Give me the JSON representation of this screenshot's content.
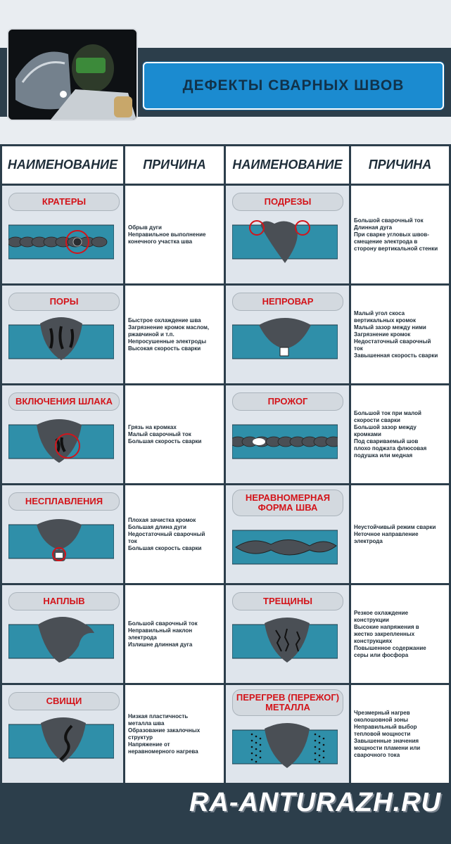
{
  "header": {
    "title": "ДЕФЕКТЫ СВАРНЫХ ШВОВ"
  },
  "table": {
    "col_name": "НАИМЕНОВАНИЕ",
    "col_cause": "ПРИЧИНА"
  },
  "rows": [
    {
      "left": {
        "name": "КРАТЕРЫ",
        "cause": "Обрыв дуги\nНеправильное выполнение\nконечного участка шва",
        "icon": "crater-illustration"
      },
      "right": {
        "name": "ПОДРЕЗЫ",
        "cause": "Большой сварочный ток\nДлинная дуга\nПри сварке угловых швов-\nсмещение электрода в\nсторону вертикальной стенки",
        "icon": "undercut-illustration"
      }
    },
    {
      "left": {
        "name": "ПОРЫ",
        "cause": "Быстрое охлаждение шва\nЗагрязнение кромок маслом,\nржавчиной и т.п.\nНепросушенные электроды\nВысокая скорость сварки",
        "icon": "pores-illustration"
      },
      "right": {
        "name": "НЕПРОВАР",
        "cause": "Малый угол скоса\nвертикальных кромок\nМалый зазор между ними\nЗагрязнение кромок\nНедостаточный сварочный\nток\nЗавышенная скорость сварки",
        "icon": "lack-of-penetration-illustration"
      }
    },
    {
      "left": {
        "name": "ВКЛЮЧЕНИЯ ШЛАКА",
        "cause": "Грязь на кромках\nМалый сварочный ток\nБольшая скорость сварки",
        "icon": "slag-inclusion-illustration"
      },
      "right": {
        "name": "ПРОЖОГ",
        "cause": "Большой ток при малой\nскорости сварки\nБольшой зазор между\nкромками\nПод свариваемый шов\nплохо поджата флюсовая\nподушка или медная",
        "icon": "burn-through-illustration"
      }
    },
    {
      "left": {
        "name": "НЕСПЛАВЛЕНИЯ",
        "cause": "Плохая зачистка кромок\nБольшая длина дуги\nНедостаточный сварочный\nток\nБольшая скорость сварки",
        "icon": "lack-of-fusion-illustration"
      },
      "right": {
        "name": "НЕРАВНОМЕРНАЯ ФОРМА ШВА",
        "cause": "Неустойчивый режим сварки\nНеточное направление\nэлектрода",
        "icon": "uneven-bead-illustration"
      }
    },
    {
      "left": {
        "name": "НАПЛЫВ",
        "cause": "Большой сварочный ток\nНеправильный наклон\nэлектрода\nИзлишне длинная дуга",
        "icon": "overlap-illustration"
      },
      "right": {
        "name": "ТРЕЩИНЫ",
        "cause": "Резкое охлаждение\nконструкции\nВысокие напряжения в\nжестко закрепленных\nконструкциях\nПовышенное содержание\nсеры или фосфора",
        "icon": "cracks-illustration"
      }
    },
    {
      "left": {
        "name": "СВИЩИ",
        "cause": "Низкая пластичность\nметалла шва\nОбразование закалочных\nструктур\nНапряжение от\nнеравномерного нагрева",
        "icon": "wormhole-illustration"
      },
      "right": {
        "name": "ПЕРЕГРЕВ (ПЕРЕЖОГ) МЕТАЛЛА",
        "cause": "Чрезмерный нагрев\nоколошовной зоны\nНеправильный выбор\nтепловой мощности\nЗавышенные значения\nмощности пламени или\nсварочного тока",
        "icon": "overheat-illustration"
      }
    }
  ],
  "watermark": "RA-ANTURAZH.RU",
  "colors": {
    "plate": "#2f8fa9",
    "weld": "#4a4f55",
    "accent": "#d3141a",
    "dark": "#2c3e4b",
    "title_bg": "#1b8bd0"
  }
}
